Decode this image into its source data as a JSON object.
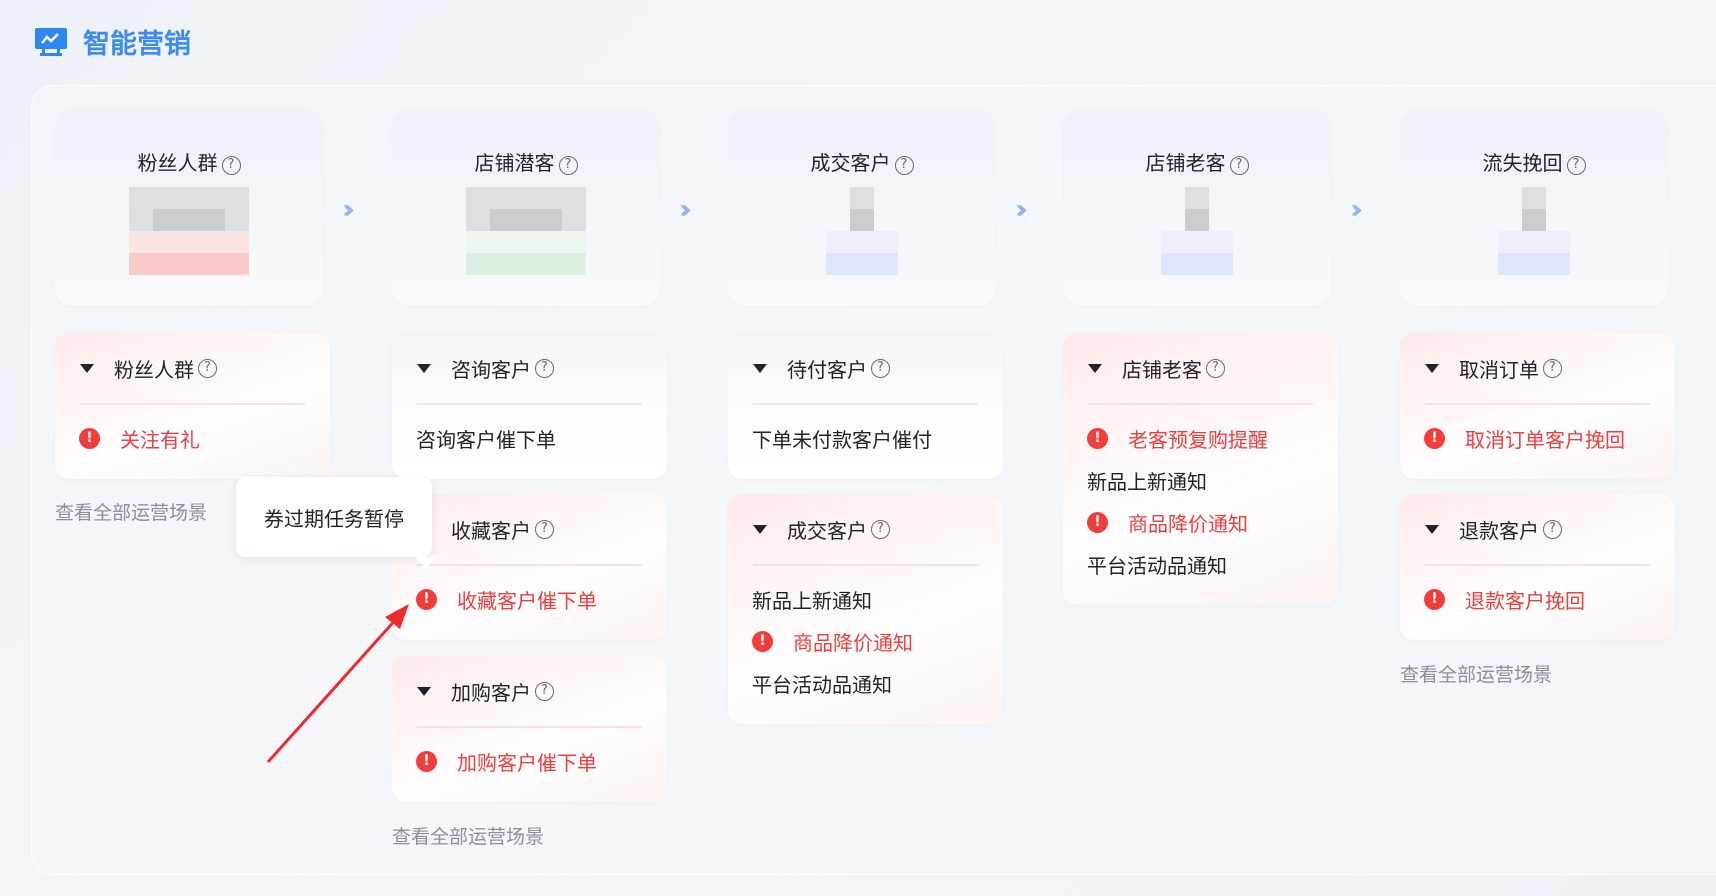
{
  "header": {
    "title": "智能营销",
    "icon": "monitor-chart-icon"
  },
  "stages": [
    {
      "label": "粉丝人群",
      "tint": "red"
    },
    {
      "label": "店铺潜客",
      "tint": "green"
    },
    {
      "label": "成交客户",
      "tint": "blue"
    },
    {
      "label": "店铺老客",
      "tint": "blue"
    },
    {
      "label": "流失挽回",
      "tint": "blue"
    }
  ],
  "groups": {
    "c0": [
      {
        "title": "粉丝人群",
        "items": [
          {
            "text": "关注有礼",
            "alert": true
          }
        ]
      }
    ],
    "c1": [
      {
        "title": "咨询客户",
        "items": [
          {
            "text": "咨询客户催下单",
            "alert": false
          }
        ]
      },
      {
        "title": "收藏客户",
        "items": [
          {
            "text": "收藏客户催下单",
            "alert": true
          }
        ]
      },
      {
        "title": "加购客户",
        "items": [
          {
            "text": "加购客户催下单",
            "alert": true
          }
        ]
      }
    ],
    "c2": [
      {
        "title": "待付客户",
        "items": [
          {
            "text": "下单未付款客户催付",
            "alert": false
          }
        ]
      },
      {
        "title": "成交客户",
        "items": [
          {
            "text": "新品上新通知",
            "alert": false
          },
          {
            "text": "商品降价通知",
            "alert": true
          },
          {
            "text": "平台活动品通知",
            "alert": false
          }
        ]
      }
    ],
    "c3": [
      {
        "title": "店铺老客",
        "items": [
          {
            "text": "老客预复购提醒",
            "alert": true
          },
          {
            "text": "新品上新通知",
            "alert": false
          },
          {
            "text": "商品降价通知",
            "alert": true
          },
          {
            "text": "平台活动品通知",
            "alert": false
          }
        ]
      }
    ],
    "c4": [
      {
        "title": "取消订单",
        "items": [
          {
            "text": "取消订单客户挽回",
            "alert": true
          }
        ]
      },
      {
        "title": "退款客户",
        "items": [
          {
            "text": "退款客户挽回",
            "alert": true
          }
        ]
      }
    ]
  },
  "view_all": "查看全部运营场景",
  "tooltip": "券过期任务暂停",
  "colors": {
    "accent": "#3c8cf4",
    "alert": "#f23d3d"
  }
}
